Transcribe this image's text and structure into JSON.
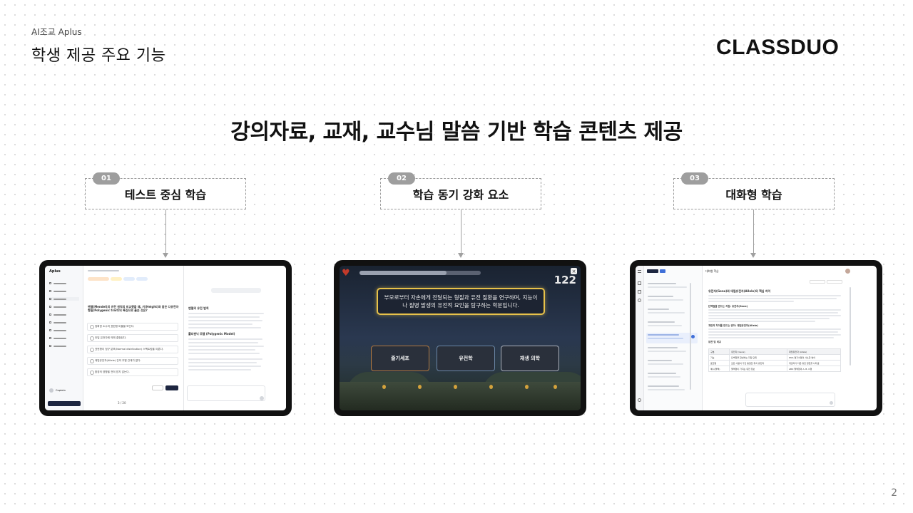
{
  "header": {
    "kicker": "AI조교 Aplus",
    "title": "학생 제공 주요 기능",
    "brand": "CLASSDUO"
  },
  "headline": "강의자료, 교재, 교수님 말씀 기반 학습 콘텐츠 제공",
  "features": [
    {
      "number": "01",
      "title": "테스트 중심 학습"
    },
    {
      "number": "02",
      "title": "학습 동기 강화 요소"
    },
    {
      "number": "03",
      "title": "대화형 학습"
    }
  ],
  "test_app": {
    "logo": "Aplus",
    "question": "멘델(Mendel)의 유전 원칙의 비교했을 때, 키(Height)와 같은 다유전자 형질(Polygenic trait)의 특징으로 옳은 것은?",
    "right_heading": "멘델의 유전 법칙",
    "right_subheading": "폴리젠닉 모델 (Polygenic Model)",
    "options": [
      "정확한 소수의 표현형 비율을 보인다.",
      "단일 유전자에 의해 결정된다.",
      "표현형이 정규 분포(Normal distribution) 스펙트럼을 이룬다.",
      "대립유전자(Allele) 간의 우열 관계가 없다.",
      "환경의 영향을 전혀 받지 않는다."
    ],
    "pagination": "3 / 20",
    "user_name": "Captain"
  },
  "game": {
    "question": "부모로부터 자손에게 전달되는 형질과 유전 질환을 연구하며, 지능이나 질병 발생의 유전적 요인을 탐구하는 학문입니다.",
    "score": "122",
    "hud_progress": 0.72,
    "answers": [
      "줄기세포",
      "유전학",
      "재생 의학"
    ],
    "close_label": "×",
    "heart": "♥",
    "accent_color": "#e8c24a"
  },
  "chat_app": {
    "breadcrumb": "대화형 학습",
    "doc_title": "유전자(Gene)와 대립유전자(Allele)의 핵심 차이",
    "section_1": "단백질을 만드는 지침: 유전자(Gene)",
    "section_2": "개인의 차이를 만드는 변이: 대립유전자(Allele)",
    "section_3": "유전 및 비교",
    "table_headers": [
      "구분",
      "유전자 (Gene)",
      "대립유전자 (Allele)"
    ],
    "table_rows": [
      [
        "기능",
        "단백질을 합성하는 지침 단위",
        "DNA 염기서열의 사소한 변이"
      ],
      [
        "표현형",
        "모든 사람이 가진 동일한 위치 유전자",
        "개인마다 다른 유전 형질을 나타냄"
      ],
      [
        "예시(혈액)",
        "혈액형이 가지는 유전 정보",
        "ABO 혈액형의 A, B, O형"
      ]
    ]
  },
  "page_number": "2"
}
